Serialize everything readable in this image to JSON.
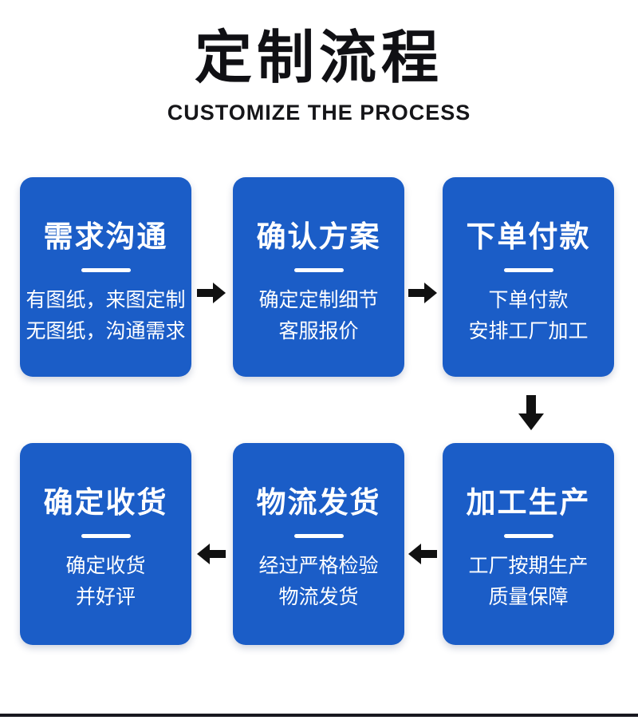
{
  "header": {
    "title": "定制流程",
    "subtitle": "CUSTOMIZE THE PROCESS"
  },
  "flow": {
    "steps": [
      {
        "title": "需求沟通",
        "lines": [
          "有图纸，来图定制",
          "无图纸，沟通需求"
        ]
      },
      {
        "title": "确认方案",
        "lines": [
          "确定定制细节",
          "客服报价"
        ]
      },
      {
        "title": "下单付款",
        "lines": [
          "下单付款",
          "安排工厂加工"
        ]
      },
      {
        "title": "加工生产",
        "lines": [
          "工厂按期生产",
          "质量保障"
        ]
      },
      {
        "title": "物流发货",
        "lines": [
          "经过严格检验",
          "物流发货"
        ]
      },
      {
        "title": "确定收货",
        "lines": [
          "确定收货",
          "并好评"
        ]
      }
    ],
    "order_note": "top row flows left-to-right, then down, bottom row flows right-to-left"
  },
  "icons": {
    "arrow_right": "block-arrow-right",
    "arrow_down": "block-arrow-down",
    "arrow_left": "block-arrow-left"
  },
  "colors": {
    "card_blue": "#1b5dc7",
    "title_black": "#101014",
    "card_text_white": "#ffffff",
    "arrow_black": "#111111",
    "bottom_rule_dark": "#181820",
    "background": "#ffffff"
  }
}
